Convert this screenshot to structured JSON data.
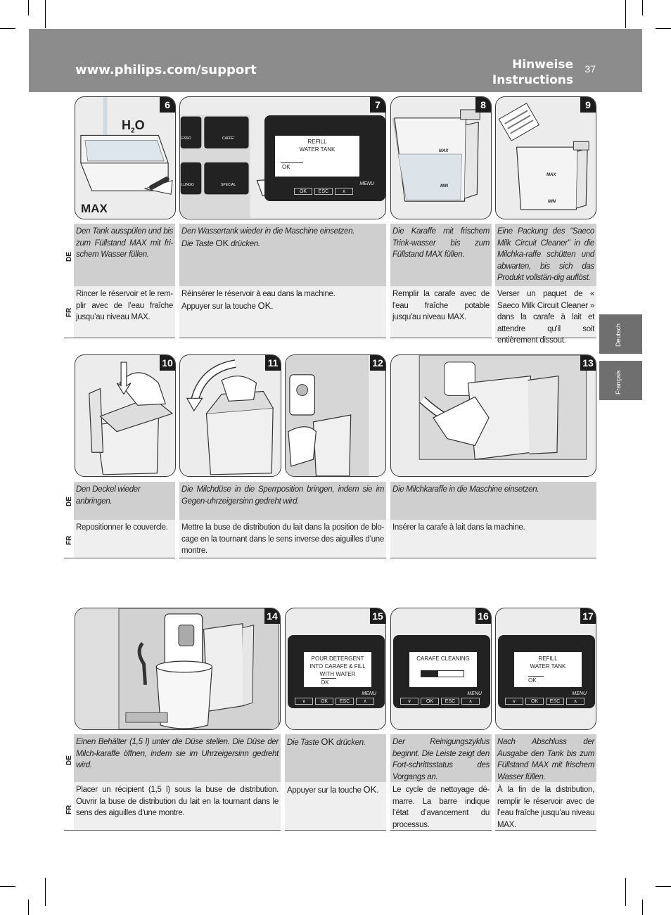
{
  "header": {
    "url": "www.philips.com/support",
    "title_de": "Hinweise",
    "title_en": "Instructions",
    "page_number": "37"
  },
  "side_tabs": {
    "deutsch": "Deutsch",
    "francais": "Français"
  },
  "lang_labels": {
    "de": "DE",
    "fr": "FR"
  },
  "ok_glyph": "OK",
  "panels": {
    "p6": {
      "num": "6",
      "h2o": "H",
      "h2o_sub": "2",
      "h2o_o": "O",
      "max": "MAX"
    },
    "p7": {
      "num": "7",
      "lcd_line1": "REFILL",
      "lcd_line2": "WATER TANK",
      "lcd_ok": "OK",
      "btn_espresso": "ESSO",
      "btn_caffe": "CAFFE'",
      "btn_lungo": "LUNGO",
      "btn_special": "SPECIAL",
      "keys": [
        "OK",
        "ESC",
        "∧"
      ],
      "menu": "MENU"
    },
    "p8": {
      "num": "8",
      "max": "MAX",
      "min": "MIN"
    },
    "p9": {
      "num": "9",
      "max": "MAX",
      "min": "MIN"
    },
    "p10": {
      "num": "10"
    },
    "p11": {
      "num": "11"
    },
    "p12": {
      "num": "12"
    },
    "p13": {
      "num": "13"
    },
    "p14": {
      "num": "14"
    },
    "p15": {
      "num": "15",
      "lcd_line1": "POUR DETERGENT",
      "lcd_line2": "INTO CARAFE & FILL",
      "lcd_line3": "WITH WATER",
      "lcd_ok": "OK",
      "keys": [
        "∨",
        "OK",
        "ESC",
        "∧"
      ],
      "menu": "MENU"
    },
    "p16": {
      "num": "16",
      "lcd_line1": "CARAFE CLEANING",
      "progress": 0.4,
      "keys": [
        "∨",
        "OK",
        "ESC",
        "∧"
      ],
      "menu": "MENU"
    },
    "p17": {
      "num": "17",
      "lcd_line1": "REFILL",
      "lcd_line2": "WATER TANK",
      "lcd_ok": "OK",
      "keys": [
        "∨",
        "OK",
        "ESC",
        "∧"
      ],
      "menu": "MENU"
    }
  },
  "texts": {
    "s6_de": "Den Tank ausspülen und bis zum Füllstand MAX mit fri-schem Wasser füllen.",
    "s6_fr": "Rincer le réservoir et le rem-plir avec de l’eau fraîche jusqu’au niveau MAX.",
    "s7_de_1": "Den Wassertank wieder in die Maschine einsetzen.",
    "s7_de_2a": "Die Taste",
    "s7_de_2b": "drücken.",
    "s7_fr_1": "Réinsérer le réservoir à eau dans la machine.",
    "s7_fr_2a": "Appuyer sur la touche",
    "s7_fr_2b": ".",
    "s8_de": "Die Karaffe mit frischem Trink-wasser bis zum Füllstand MAX füllen.",
    "s8_fr": "Remplir la carafe avec de l'eau fraîche potable jusqu'au niveau MAX.",
    "s9_de": "Eine Packung des “Saeco Milk Circuit Cleaner” in die Milchka-raffe schütten und abwarten, bis sich das Produkt vollstän-dig auflöst.",
    "s9_fr": "Verser un paquet de « Saeco Milk Circuit Cleaner » dans la carafe à lait et attendre qu'il soit entièrement dissout.",
    "s10_de": "Den Deckel wieder anbringen.",
    "s10_fr": "Repositionner le couvercle.",
    "s11_de": "Die Milchdüse in die Sperrposition bringen, indem sie im Gegen-uhrzeigersinn gedreht wird.",
    "s11_fr": "Mettre la buse de distribution du lait dans la position de blo-cage en la tournant dans le sens inverse des aiguilles d’une montre.",
    "s13_de": "Die Milchkaraffe in die Maschine einsetzen.",
    "s13_fr": "Insérer la carafe à lait dans la machine.",
    "s14_de": "Einen Behälter (1,5 l) unter die Düse stellen. Die Düse der Milch-karaffe öffnen, indem sie im Uhrzeigersinn gedreht wird.",
    "s14_fr": "Placer un récipient (1,5 l) sous la buse de distribution. Ouvrir la buse de distribution du lait en la tournant dans le sens des aiguilles d'une montre.",
    "s15_de_a": "Die Taste",
    "s15_de_b": "drücken.",
    "s15_fr_a": "Appuyer sur la touche",
    "s15_fr_b": ".",
    "s16_de": "Der Reinigungszyklus beginnt. Die Leiste zeigt den Fort-schrittsstatus des Vorgangs an.",
    "s16_fr": "Le cycle de nettoyage dé-marre. La barre indique l’état d’avancement du processus.",
    "s17_de": "Nach Abschluss der Ausgabe den Tank bis zum Füllstand MAX mit frischem Wasser füllen.",
    "s17_fr": "À la fin de la distribution, remplir le réservoir avec de l’eau fraîche jusqu’au niveau MAX."
  }
}
